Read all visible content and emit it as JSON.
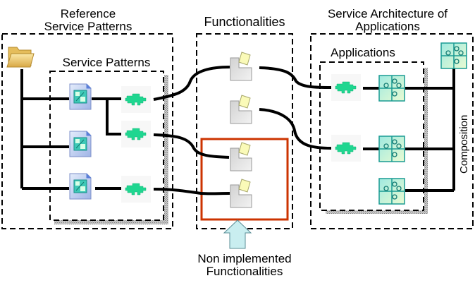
{
  "diagram": {
    "groups": {
      "reference_service_patterns": {
        "title_line1": "Reference",
        "title_line2": "Service Patterns"
      },
      "service_patterns": {
        "title": "Service Patterns"
      },
      "functionalities": {
        "title": "Functionalities"
      },
      "service_architecture": {
        "title_line1": "Service Architecture of",
        "title_line2": "Applications"
      },
      "applications": {
        "title": "Applications"
      }
    },
    "composition_label": "Composition",
    "callout": {
      "line1": "Non implemented",
      "line2": "Functionalities"
    },
    "icons": {
      "folder": "folder-icon",
      "pattern_document": "pattern-document-icon",
      "service_puzzle": "puzzle-piece-icon",
      "functionality": "functionality-block-icon",
      "application": "application-puzzle-icon"
    },
    "counts": {
      "pattern_documents": 3,
      "pattern_services": 3,
      "functionalities": 4,
      "non_implemented_functionalities": 2,
      "application_services": 2,
      "applications": 3,
      "composite_applications": 1
    },
    "colors": {
      "puzzle_green": "#1fd690",
      "highlight_red": "#cc3300",
      "arrow_fill": "#c9eef0",
      "app_teal": "#2bb8b0",
      "functionality_note": "#fafab8",
      "folder_yellow": "#f3d77a"
    }
  }
}
